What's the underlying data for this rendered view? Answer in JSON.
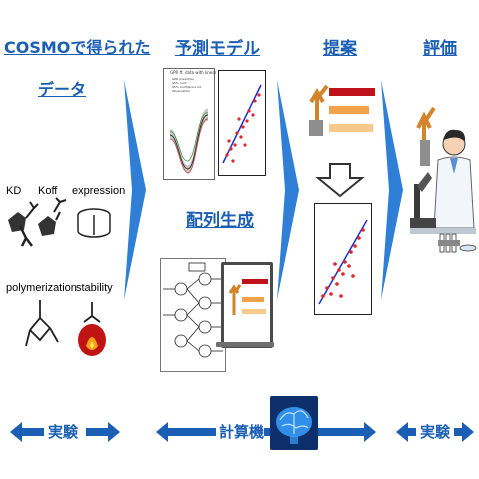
{
  "columns": {
    "cosmo": {
      "title_line1": "COSMOで得られた",
      "title_line2": "データ"
    },
    "model": {
      "title": "予測モデル"
    },
    "proposal": {
      "title": "提案"
    },
    "evaluation": {
      "title": "評価"
    },
    "sequence": {
      "title": "配列生成"
    }
  },
  "properties": {
    "kd": "KD",
    "koff": "Koff",
    "expression": "expression",
    "polymerization": "polymerization",
    "stability": "stability"
  },
  "small_plot": {
    "title": "GPR ft. data with linear",
    "legend": [
      "GPR prediction",
      "95% conf.",
      "95% confidence int.",
      "Observation"
    ]
  },
  "bottom": {
    "experiment_left": "実験",
    "computer": "計算機",
    "experiment_right": "実験"
  },
  "colors": {
    "accent_blue": "#1b5fb4",
    "arrow_blue": "#2f7fd6",
    "bar_red": "#c0121a",
    "bar_orange": "#f2a24a",
    "bar_light_orange": "#f7c98c"
  }
}
